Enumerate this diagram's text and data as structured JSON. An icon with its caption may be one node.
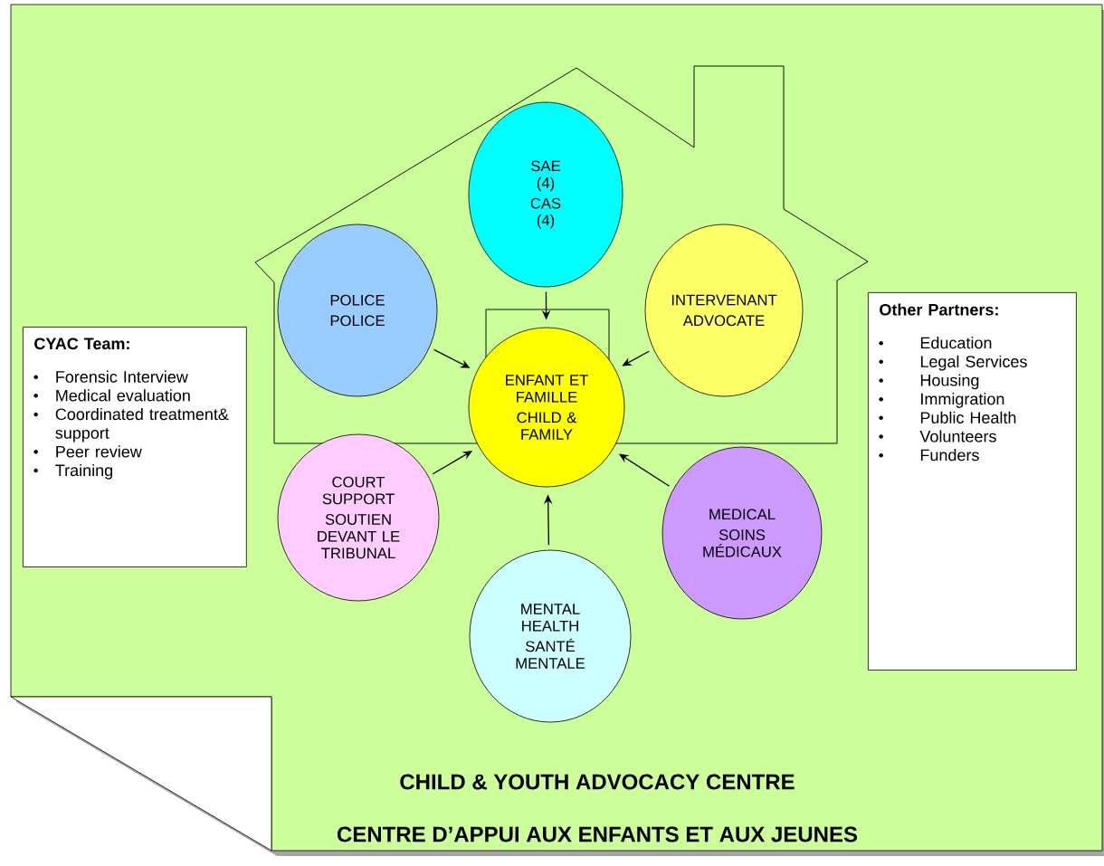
{
  "diagram": {
    "nodes": [
      {
        "text": [
          "SAE (4)",
          "CAS (4)"
        ]
      },
      {
        "text": [
          "POLICE",
          "POLICE"
        ]
      },
      {
        "text": [
          "INTERVENANT",
          "ADVOCATE"
        ]
      },
      {
        "text": [
          "ENFANT ET FAMILLE",
          "CHILD & FAMILY"
        ]
      },
      {
        "text": [
          "COURT SUPPORT",
          "SOUTIEN DEVANT LE TRIBUNAL"
        ]
      },
      {
        "text": [
          "MEDICAL",
          "SOINS MÉDICAUX"
        ]
      },
      {
        "text": [
          "MENTAL HEALTH",
          "SANTÉ MENTALE"
        ]
      },
      {
        "text": [
          "CYAC Team:",
          "Forensic Interview",
          "Medical evaluation",
          "Coordinated treatment& support",
          "Peer review",
          "Training"
        ]
      },
      {
        "text": [
          "Other  Partners:",
          "Education",
          "Legal Services",
          "Housing",
          "Immigration",
          "Public Health",
          "Volunteers",
          "Funders"
        ]
      }
    ],
    "edges": [
      {
        "from": 0,
        "to": 3,
        "arrow": "to"
      },
      {
        "from": 1,
        "to": 3,
        "arrow": "to"
      },
      {
        "from": 2,
        "to": 3,
        "arrow": "to"
      },
      {
        "from": 4,
        "to": 3,
        "arrow": "to"
      },
      {
        "from": 5,
        "to": 3,
        "arrow": "to"
      },
      {
        "from": 6,
        "to": 3,
        "arrow": "to"
      }
    ],
    "labels": [
      "CHILD & YOUTH ADVOCACY CENTRE",
      "CENTRE D’APPUI AUX ENFANTS ET AUX JEUNES"
    ]
  }
}
